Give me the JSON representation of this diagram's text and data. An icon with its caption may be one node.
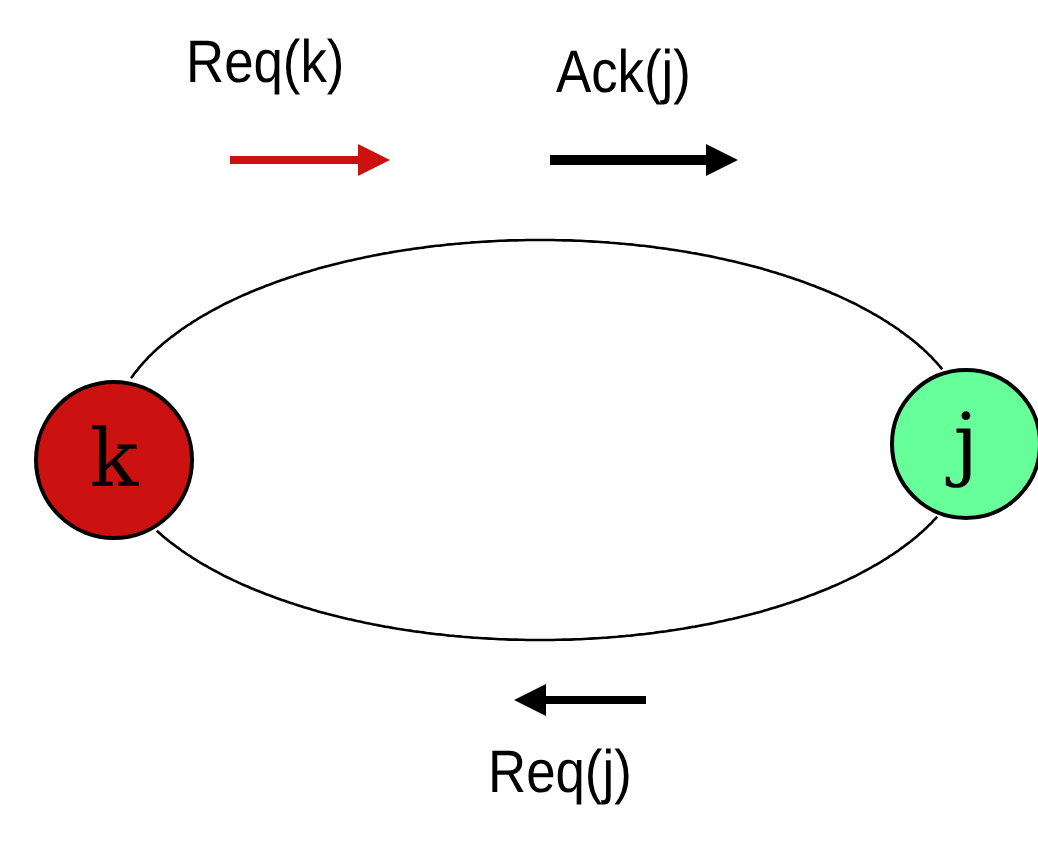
{
  "diagram": {
    "nodes": [
      {
        "text": [
          "k"
        ]
      },
      {
        "text": [
          "j"
        ]
      }
    ],
    "edges": [
      {
        "from": 0,
        "to": 1,
        "arrow": "none"
      },
      {
        "from": 0,
        "to": 1,
        "arrow": "none"
      }
    ],
    "labels": [
      "Req(k)",
      "Ack(j)",
      "Req(j)"
    ]
  }
}
